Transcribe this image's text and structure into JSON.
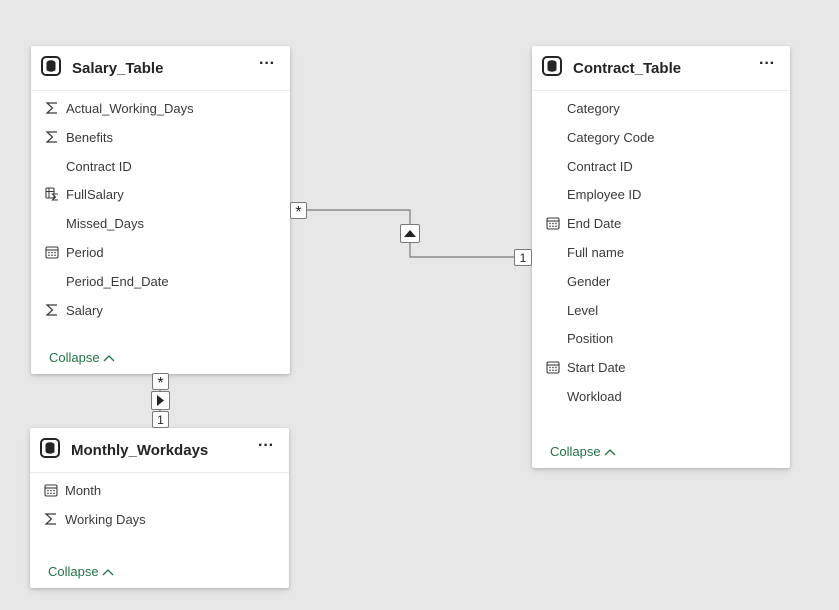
{
  "tables": {
    "salary": {
      "title": "Salary_Table",
      "more_label": "···",
      "fields": [
        {
          "icon": "sigma-icon",
          "name": "Actual_Working_Days"
        },
        {
          "icon": "sigma-icon",
          "name": "Benefits"
        },
        {
          "icon": "",
          "name": "Contract ID"
        },
        {
          "icon": "calc-table-icon",
          "name": "FullSalary"
        },
        {
          "icon": "",
          "name": "Missed_Days"
        },
        {
          "icon": "calendar-icon",
          "name": "Period"
        },
        {
          "icon": "",
          "name": "Period_End_Date"
        },
        {
          "icon": "sigma-icon",
          "name": "Salary"
        }
      ],
      "collapse_label": "Collapse"
    },
    "contract": {
      "title": "Contract_Table",
      "more_label": "···",
      "fields": [
        {
          "icon": "",
          "name": "Category"
        },
        {
          "icon": "",
          "name": "Category Code"
        },
        {
          "icon": "",
          "name": "Contract ID"
        },
        {
          "icon": "",
          "name": "Employee ID"
        },
        {
          "icon": "calendar-icon",
          "name": "End Date"
        },
        {
          "icon": "",
          "name": "Full name"
        },
        {
          "icon": "",
          "name": "Gender"
        },
        {
          "icon": "",
          "name": "Level"
        },
        {
          "icon": "",
          "name": "Position"
        },
        {
          "icon": "calendar-icon",
          "name": "Start Date"
        },
        {
          "icon": "",
          "name": "Workload"
        }
      ],
      "collapse_label": "Collapse"
    },
    "monthly": {
      "title": "Monthly_Workdays",
      "more_label": "···",
      "fields": [
        {
          "icon": "calendar-icon",
          "name": "Month"
        },
        {
          "icon": "sigma-icon",
          "name": "Working Days"
        }
      ],
      "collapse_label": "Collapse"
    }
  },
  "relationships": {
    "salary_contract": {
      "many_label": "*",
      "one_label": "1"
    },
    "salary_monthly": {
      "many_label": "*",
      "one_label": "1"
    }
  },
  "colors": {
    "background": "#e7e7e7",
    "card": "#ffffff",
    "collapse_link": "#217346",
    "connector": "#7a7a7a"
  }
}
